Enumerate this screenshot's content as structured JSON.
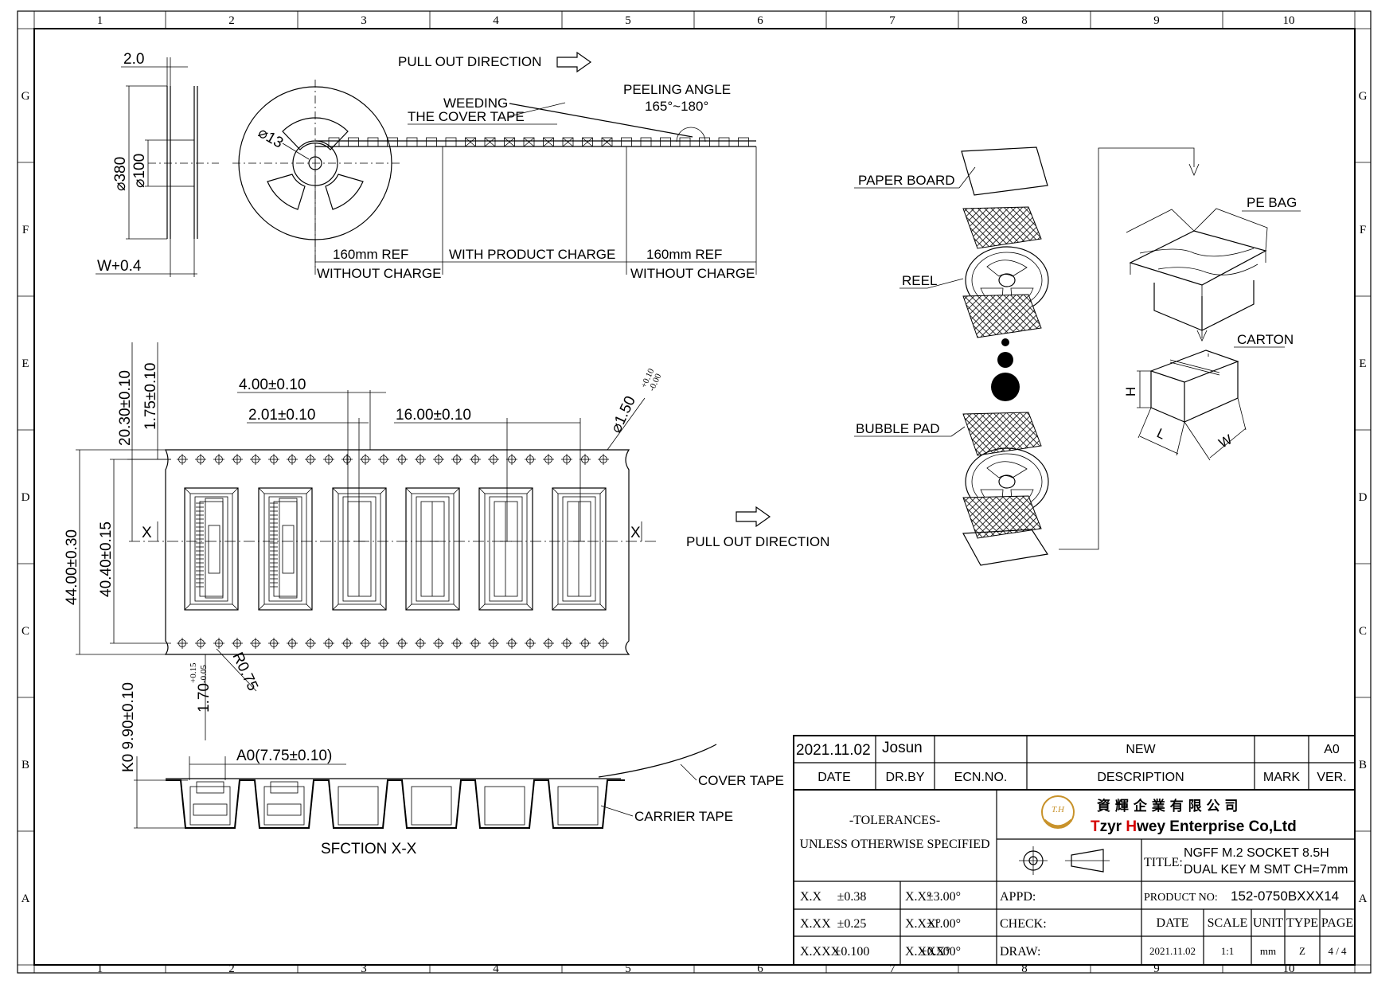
{
  "zones": {
    "columns": [
      "1",
      "2",
      "3",
      "4",
      "5",
      "6",
      "7",
      "8",
      "9",
      "10"
    ],
    "rows": [
      "G",
      "F",
      "E",
      "D",
      "C",
      "B",
      "A"
    ]
  },
  "reel_view": {
    "pull_out_direction": "PULL OUT DIRECTION",
    "weeding_line1": "WEEDING",
    "weeding_line2": "THE COVER TAPE",
    "peeling_angle": "PEELING ANGLE",
    "peeling_range": "165°~180°",
    "flange_thickness": "2.0",
    "reel_diameter": "⌀380",
    "hub_diameter": "⌀100",
    "arbor_diameter": "⌀13",
    "width_dim": "W+0.4",
    "leader_ref_left": "160mm REF",
    "without_charge_left": "WITHOUT CHARGE",
    "with_product_charge": "WITH PRODUCT CHARGE",
    "leader_ref_right": "160mm REF",
    "without_charge_right": "WITHOUT CHARGE"
  },
  "tape_view": {
    "dim_total_width": "44.00±0.30",
    "dim_hole_to_center": "40.40±0.15",
    "dim_20_30": "20.30±0.10",
    "dim_1_75": "1.75±0.10",
    "dim_4_00": "4.00±0.10",
    "dim_2_01": "2.01±0.10",
    "dim_pitch": "16.00±0.10",
    "dim_hole_dia": "⌀1.50",
    "dim_hole_tol_upper": "+0.10",
    "dim_hole_tol_lower": "-0.00",
    "dim_radius": "R0.75",
    "dim_1_70": "1.70",
    "dim_1_70_tol_upper": "+0.15",
    "dim_1_70_tol_lower": "-0.05",
    "section_mark_left": "X",
    "section_mark_right": "X",
    "pull_out_direction": "PULL OUT DIRECTION"
  },
  "section_view": {
    "dim_k0": "K0  9.90±0.10",
    "dim_a0": "A0(7.75±0.10)",
    "cover_tape": "COVER TAPE",
    "carrier_tape": "CARRIER TAPE",
    "section_title": "SFCTION  X-X"
  },
  "packing": {
    "paper_board": "PAPER BOARD",
    "reel": "REEL",
    "bubble_pad": "BUBBLE PAD",
    "pe_bag": "PE BAG",
    "carton": "CARTON",
    "dim_h": "H",
    "dim_l": "L",
    "dim_w": "W"
  },
  "title_block": {
    "rev_date": "2021.11.02",
    "rev_drawn_by": "Josun",
    "rev_description": "NEW",
    "rev_version": "A0",
    "hdr_date": "DATE",
    "hdr_dr_by": "DR.BY",
    "hdr_ecn": "ECN.NO.",
    "hdr_description": "DESCRIPTION",
    "hdr_mark": "MARK",
    "hdr_ver": "VER.",
    "tolerances_title": "-TOLERANCES-",
    "tolerances_sub": "UNLESS OTHERWISE SPECIFIED",
    "company_cn": "資 輝 企 業 有 限 公 司",
    "company_en": "Tzyr Hwey Enterprise Co,Ltd",
    "logo_text": "T.H",
    "title_label": "TITLE:",
    "title_line1": "NGFF M.2 SOCKET 8.5H",
    "title_line2": "DUAL KEY M SMT CH=7mm",
    "tol_rows": [
      {
        "a": "X.X",
        "av": "±0.38",
        "b": "X.X°",
        "bv": "±3.00°"
      },
      {
        "a": "X.XX",
        "av": "±0.25",
        "b": "X.XX°",
        "bv": "±1.00°"
      },
      {
        "a": "X.XXX",
        "av": "±0.100",
        "b": "X.XXX°",
        "bv": "±0.500°"
      }
    ],
    "appd": "APPD:",
    "check": "CHECK:",
    "draw": "DRAW:",
    "product_no_label": "PRODUCT NO:",
    "product_no": "152-0750BXXX14",
    "col_date": "DATE",
    "col_scale": "SCALE",
    "col_unit": "UNIT",
    "col_type": "TYPE",
    "col_page": "PAGE",
    "val_date": "2021.11.02",
    "val_scale": "1:1",
    "val_unit": "mm",
    "val_type": "Z",
    "val_page": "4 / 4",
    "accent_red": "#d40000",
    "logo_gold": "#c8922a"
  }
}
